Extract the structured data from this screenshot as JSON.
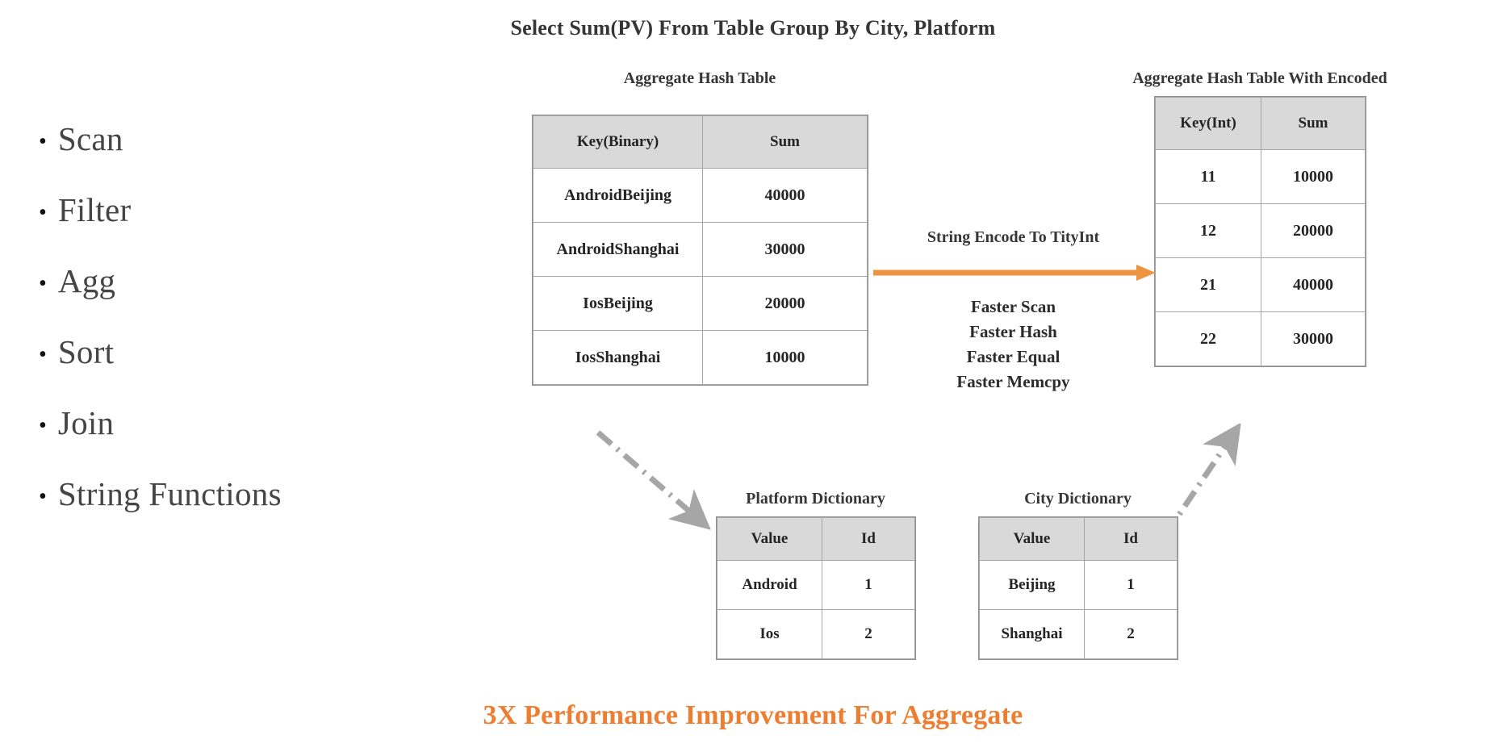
{
  "slide": {
    "title": "Select Sum(PV) From Table Group By City, Platform",
    "footer_note": "3X Performance Improvement For Aggregate",
    "accent_orange": "#ED7D31",
    "table_header_fill": "#D9D9D9",
    "table_border": "#A6A6A6",
    "dash_arrow_color": "#A6A6A6"
  },
  "bullets": {
    "items": [
      {
        "label": "Scan"
      },
      {
        "label": "Filter"
      },
      {
        "label": "Agg"
      },
      {
        "label": "Sort"
      },
      {
        "label": "Join"
      },
      {
        "label": "String Functions"
      }
    ]
  },
  "aggregate_hash_table": {
    "caption": "Aggregate Hash Table",
    "columns": [
      "Key(Binary)",
      "Sum"
    ],
    "rows": [
      [
        "AndroidBeijing",
        "40000"
      ],
      [
        "AndroidShanghai",
        "30000"
      ],
      [
        "IosBeijing",
        "20000"
      ],
      [
        "IosShanghai",
        "10000"
      ]
    ]
  },
  "aggregate_hash_table_encoded": {
    "caption": "Aggregate Hash Table With Encoded",
    "columns": [
      "Key(Int)",
      "Sum"
    ],
    "rows": [
      [
        "11",
        "10000"
      ],
      [
        "12",
        "20000"
      ],
      [
        "21",
        "40000"
      ],
      [
        "22",
        "30000"
      ]
    ]
  },
  "platform_dictionary": {
    "caption": "Platform Dictionary",
    "columns": [
      "Value",
      "Id"
    ],
    "rows": [
      [
        "Android",
        "1"
      ],
      [
        "Ios",
        "2"
      ]
    ]
  },
  "city_dictionary": {
    "caption": "City Dictionary",
    "columns": [
      "Value",
      "Id"
    ],
    "rows": [
      [
        "Beijing",
        "1"
      ],
      [
        "Shanghai",
        "2"
      ]
    ]
  },
  "transform": {
    "label": "String Encode To TityInt",
    "benefits": [
      "Faster Scan",
      "Faster Hash",
      "Faster Equal",
      "Faster Memcpy"
    ]
  }
}
